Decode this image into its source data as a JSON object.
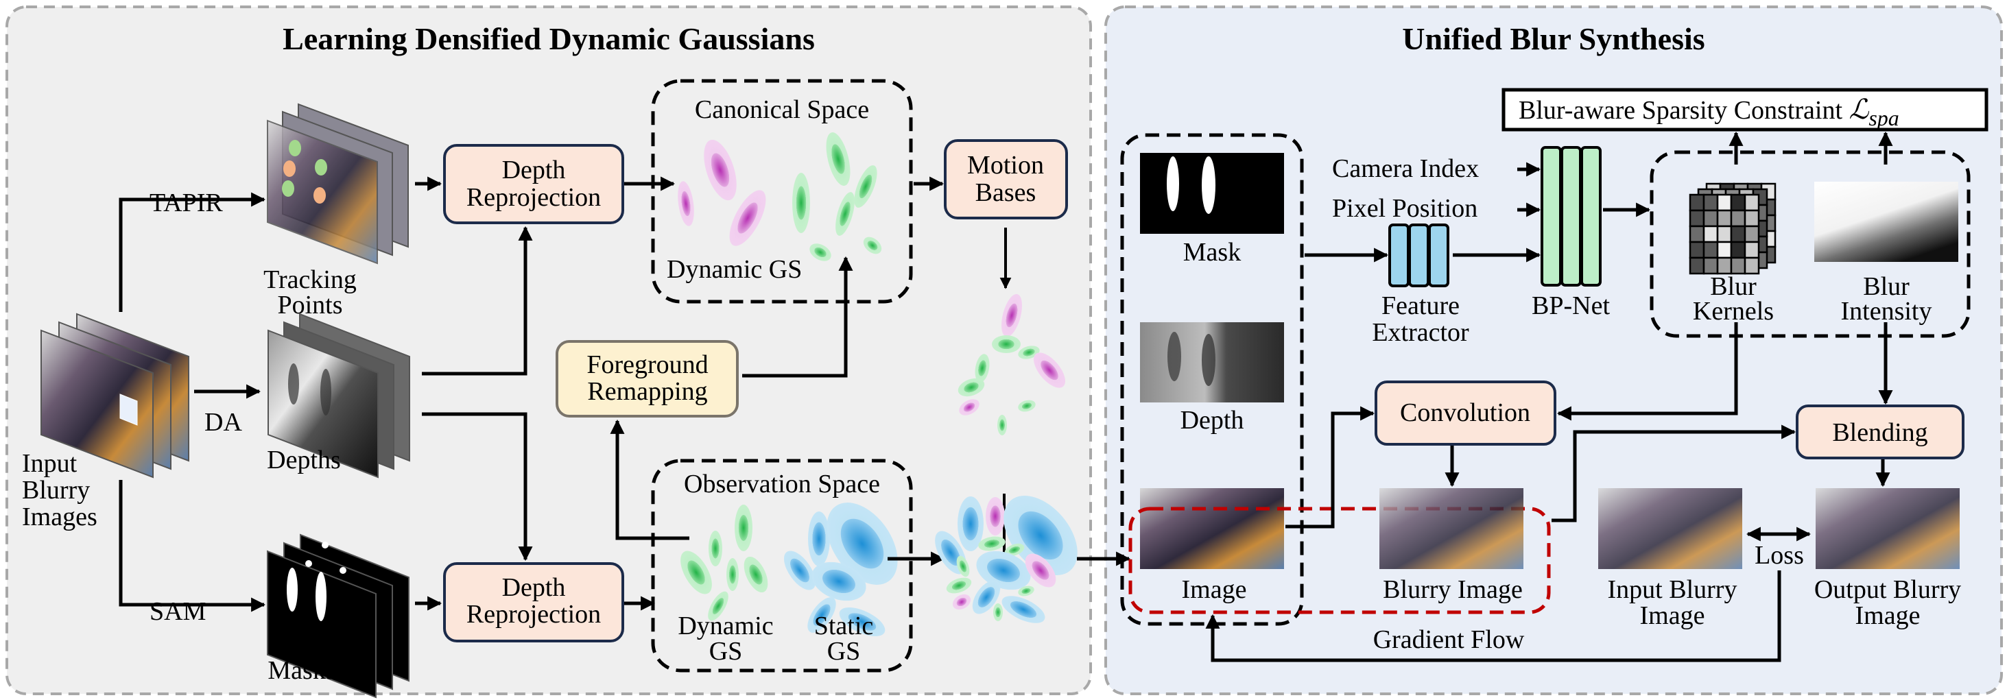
{
  "panels": {
    "left": {
      "title": "Learning Densified Dynamic Gaussians"
    },
    "right": {
      "title": "Unified Blur Synthesis"
    }
  },
  "left": {
    "input_label": [
      "Input",
      "Blurry",
      "Images"
    ],
    "edge_tapir": "TAPIR",
    "edge_da": "DA",
    "edge_sam": "SAM",
    "tracking_label": [
      "Tracking",
      "Points"
    ],
    "depths_label": "Depths",
    "masks_label": "Masks",
    "depth_reproj_top": [
      "Depth",
      "Reprojection"
    ],
    "depth_reproj_bottom": [
      "Depth",
      "Reprojection"
    ],
    "canonical_space": "Canonical Space",
    "canonical_dynamic_gs": "Dynamic GS",
    "motion_bases": [
      "Motion",
      "Bases"
    ],
    "foreground_remapping": [
      "Foreground",
      "Remapping"
    ],
    "observation_space": "Observation Space",
    "obs_dynamic_gs": [
      "Dynamic",
      "GS"
    ],
    "obs_static_gs": [
      "Static",
      "GS"
    ]
  },
  "right": {
    "constraint_text": "Blur-aware Sparsity Constraint ",
    "constraint_symbol": "ℒ",
    "constraint_sub": "spa",
    "camera_index": "Camera Index",
    "pixel_position": "Pixel Position",
    "mask_label": "Mask",
    "depth_label": "Depth",
    "image_label": "Image",
    "feature_extractor": [
      "Feature",
      "Extractor"
    ],
    "bp_net": "BP-Net",
    "blur_kernels": [
      "Blur",
      "Kernels"
    ],
    "blur_intensity": [
      "Blur",
      "Intensity"
    ],
    "convolution": "Convolution",
    "blending": "Blending",
    "blurry_image": "Blurry Image",
    "input_blurry_image": [
      "Input Blurry",
      "Image"
    ],
    "output_blurry_image": [
      "Output Blurry",
      "Image"
    ],
    "loss": "Loss",
    "gradient_flow": "Gradient Flow"
  },
  "colors": {
    "left_panel_bg": "#efefef",
    "right_panel_bg": "#e9eef7",
    "panel_border": "#a8a8a8",
    "process_box_fill": "#fce6da",
    "process_box_stroke": "#1c2b4a",
    "remap_box_fill": "#fdf1d0",
    "remap_box_stroke": "#7a746a",
    "feature_extractor_fill": "#9dd5ee",
    "bpnet_fill": "#bdeec8",
    "dynamic_gs_green": "#34c05a",
    "dynamic_gs_pink": "#c43fbf",
    "static_gs_blue": "#2f9fe0",
    "highlight_dashed": "#c00000"
  }
}
